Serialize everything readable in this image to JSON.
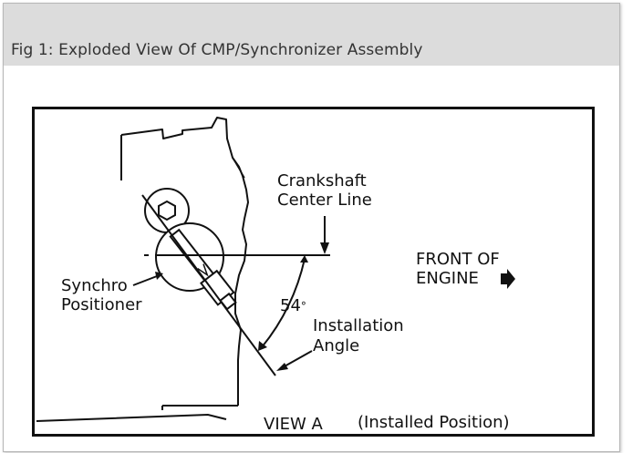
{
  "figure": {
    "caption": "Fig 1: Exploded View Of CMP/Synchronizer Assembly"
  },
  "labels": {
    "crankshaft_line1": "Crankshaft",
    "crankshaft_line2": "Center Line",
    "front_line1": "FRONT OF",
    "front_line2": "ENGINE",
    "synchro_line1": "Synchro",
    "synchro_line2": "Positioner",
    "angle_value": "54",
    "angle_unit": "°",
    "install_line1": "Installation",
    "install_line2": "Angle",
    "view": "VIEW A",
    "view_note": "(Installed Position)"
  },
  "icons": {
    "front_arrow": "right-arrow-icon"
  }
}
